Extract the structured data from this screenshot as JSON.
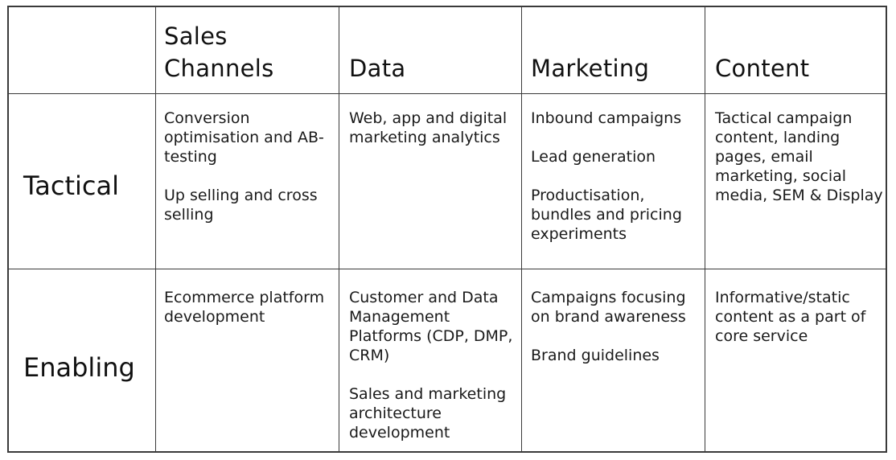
{
  "columns": {
    "sales": "Sales\nChannels",
    "data": "Data",
    "marketing": "Marketing",
    "content": "Content"
  },
  "rows": {
    "tactical": "Tactical",
    "enabling": "Enabling"
  },
  "cells": {
    "tactical": {
      "sales": [
        "Conversion optimisation and AB-testing",
        "Up selling and cross selling"
      ],
      "data": [
        "Web, app and digital marketing analytics"
      ],
      "marketing": [
        "Inbound campaigns",
        "Lead generation",
        "Productisation, bundles and pricing experiments"
      ],
      "content": [
        "Tactical campaign content, landing pages, email marketing, social media, SEM & Display"
      ]
    },
    "enabling": {
      "sales": [
        "Ecommerce platform development"
      ],
      "data": [
        "Customer and Data Management Platforms (CDP, DMP, CRM)",
        "Sales and marketing architecture development"
      ],
      "marketing": [
        "Campaigns focusing on brand awareness",
        "Brand guidelines"
      ],
      "content": [
        "Informative/static content as a part of core service"
      ]
    }
  }
}
